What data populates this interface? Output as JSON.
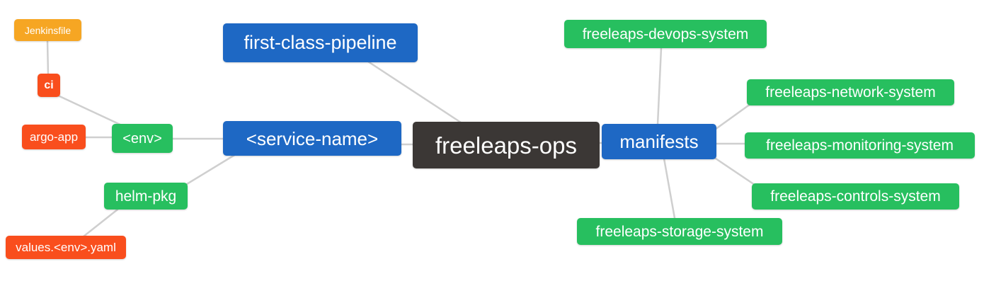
{
  "palette": {
    "root_bg": "#3b3735",
    "branch_bg": "#1e68c4",
    "leaf_bg": "#27bf5f",
    "alert_bg": "#f94e1d",
    "amber_bg": "#f6a623",
    "edge": "#cfcfcf",
    "text": "#ffffff",
    "background": "#ffffff"
  },
  "diagram": {
    "type": "mindmap",
    "root": "freeleaps-ops",
    "nodes": [
      {
        "id": "jenkinsfile",
        "label": "Jenkinsfile",
        "level": 4,
        "color": "amber_bg"
      },
      {
        "id": "ci",
        "label": "ci",
        "level": 3,
        "color": "alert_bg"
      },
      {
        "id": "argo-app",
        "label": "argo-app",
        "level": 3,
        "color": "alert_bg"
      },
      {
        "id": "env",
        "label": "<env>",
        "level": 2,
        "color": "leaf_bg"
      },
      {
        "id": "helm-pkg",
        "label": "helm-pkg",
        "level": 2,
        "color": "leaf_bg"
      },
      {
        "id": "values-env-yaml",
        "label": "values.<env>.yaml",
        "level": 3,
        "color": "alert_bg"
      },
      {
        "id": "first-class-pipeline",
        "label": "first-class-pipeline",
        "level": 1,
        "color": "branch_bg"
      },
      {
        "id": "service-name",
        "label": "<service-name>",
        "level": 1,
        "color": "branch_bg"
      },
      {
        "id": "freeleaps-ops",
        "label": "freeleaps-ops",
        "level": 0,
        "color": "root_bg"
      },
      {
        "id": "manifests",
        "label": "manifests",
        "level": 1,
        "color": "branch_bg"
      },
      {
        "id": "freeleaps-devops-system",
        "label": "freeleaps-devops-system",
        "level": 2,
        "color": "leaf_bg"
      },
      {
        "id": "freeleaps-network-system",
        "label": "freeleaps-network-system",
        "level": 2,
        "color": "leaf_bg"
      },
      {
        "id": "freeleaps-monitoring-system",
        "label": "freeleaps-monitoring-system",
        "level": 2,
        "color": "leaf_bg"
      },
      {
        "id": "freeleaps-controls-system",
        "label": "freeleaps-controls-system",
        "level": 2,
        "color": "leaf_bg"
      },
      {
        "id": "freeleaps-storage-system",
        "label": "freeleaps-storage-system",
        "level": 2,
        "color": "leaf_bg"
      }
    ],
    "edges": [
      [
        "ci",
        "Jenkinsfile"
      ],
      [
        "<env>",
        "ci"
      ],
      [
        "<env>",
        "argo-app"
      ],
      [
        "<service-name>",
        "<env>"
      ],
      [
        "<service-name>",
        "helm-pkg"
      ],
      [
        "helm-pkg",
        "values.<env>.yaml"
      ],
      [
        "freeleaps-ops",
        "first-class-pipeline"
      ],
      [
        "freeleaps-ops",
        "<service-name>"
      ],
      [
        "freeleaps-ops",
        "manifests"
      ],
      [
        "manifests",
        "freeleaps-devops-system"
      ],
      [
        "manifests",
        "freeleaps-network-system"
      ],
      [
        "manifests",
        "freeleaps-monitoring-system"
      ],
      [
        "manifests",
        "freeleaps-controls-system"
      ],
      [
        "manifests",
        "freeleaps-storage-system"
      ]
    ]
  }
}
